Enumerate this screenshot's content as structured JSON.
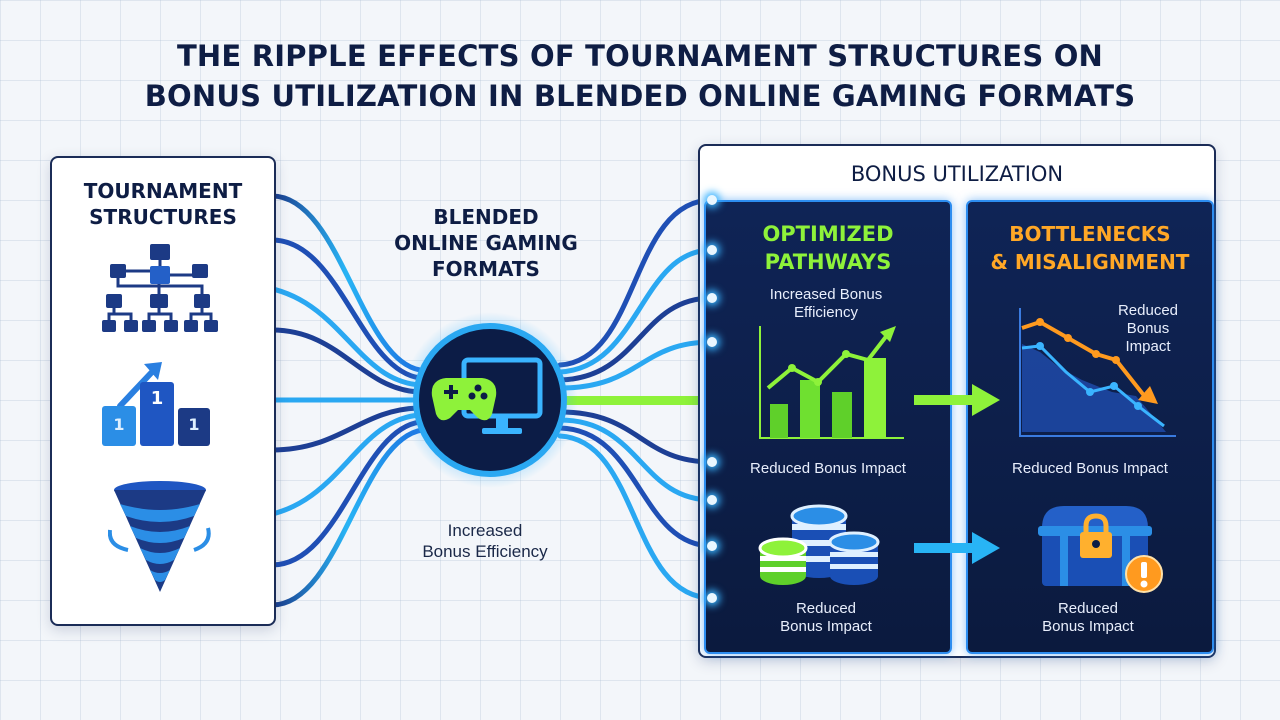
{
  "title": {
    "line1": "THE RIPPLE EFFECTS OF TOURNAMENT STRUCTURES ON",
    "line2": "BONUS UTILIZATION IN BLENDED ONLINE GAMING FORMATS"
  },
  "left_panel": {
    "title_line1": "TOURNAMENT",
    "title_line2": "STRUCTURES",
    "icons": [
      "bracket-tree-icon",
      "podium-icon",
      "funnel-icon"
    ]
  },
  "center": {
    "title_line1": "BLENDED",
    "title_line2": "ONLINE GAMING",
    "title_line3": "FORMATS",
    "hub_icon": "gamepad-monitor-icon",
    "note_line1": "Increased",
    "note_line2": "Bonus Efficiency"
  },
  "right_panel": {
    "title": "BONUS UTILIZATION",
    "optimized": {
      "heading_line1": "OPTIMIZED",
      "heading_line2": "PATHWAYS",
      "chart_label_line1": "Increased Bonus",
      "chart_label_line2": "Efficiency",
      "mid_label": "Reduced Bonus Impact",
      "bottom_label_line1": "Reduced",
      "bottom_label_line2": "Bonus Impact",
      "icons": [
        "rising-bar-chart-icon",
        "poker-chips-icon"
      ]
    },
    "bottlenecks": {
      "heading_line1": "BOTTLENECKS",
      "heading_line2": "& MISALIGNMENT",
      "chart_label_line1": "Reduced",
      "chart_label_line2": "Bonus",
      "chart_label_line3": "Impact",
      "mid_label": "Reduced Bonus Impact",
      "bottom_label_line1": "Reduced",
      "bottom_label_line2": "Bonus Impact",
      "icons": [
        "declining-chart-icon",
        "locked-chest-icon",
        "warning-icon"
      ]
    }
  },
  "colors": {
    "navy": "#0e1d44",
    "accent_blue": "#2d8df0",
    "green": "#8ef23a",
    "orange": "#ffa726"
  }
}
